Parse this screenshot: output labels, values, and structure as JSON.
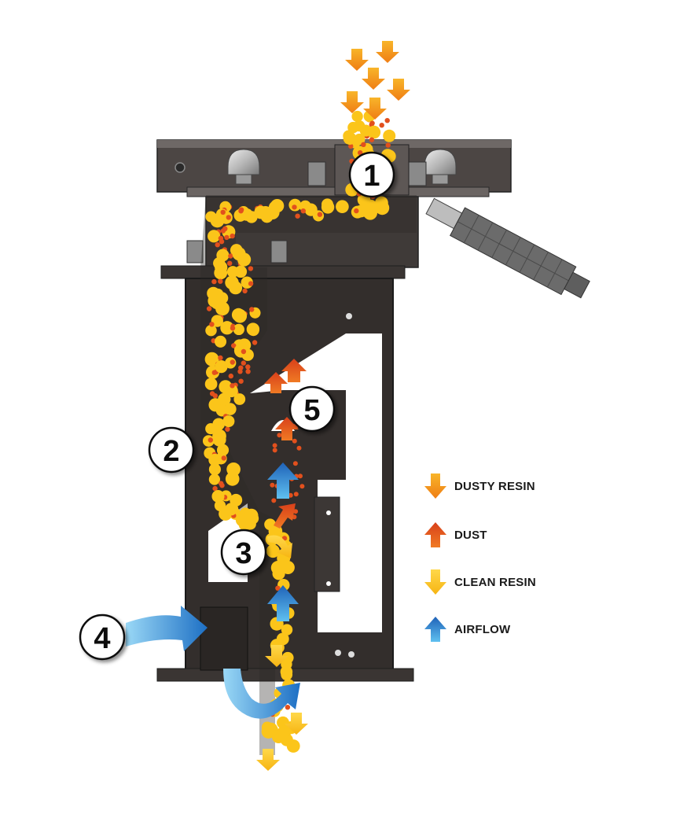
{
  "steps": [
    {
      "number": "1"
    },
    {
      "number": "2"
    },
    {
      "number": "3"
    },
    {
      "number": "4"
    },
    {
      "number": "5"
    }
  ],
  "legend": [
    {
      "label": "DUSTY RESIN",
      "icon": "orange-down-arrow-icon",
      "color": "#f39a1b"
    },
    {
      "label": "DUST",
      "icon": "red-up-arrow-icon",
      "color": "#e2501d"
    },
    {
      "label": "CLEAN RESIN",
      "icon": "yellow-down-arrow-icon",
      "color": "#fbc51a"
    },
    {
      "label": "AIRFLOW",
      "icon": "blue-up-arrow-icon",
      "color": "#2f8fd8"
    }
  ],
  "colors": {
    "machine_dark": "#2e2a28",
    "machine_mid": "#5a5452",
    "machine_light": "#8a8482",
    "resin": "#fbc51a",
    "dust": "#e2501d",
    "airflow": "#2f8fd8"
  }
}
